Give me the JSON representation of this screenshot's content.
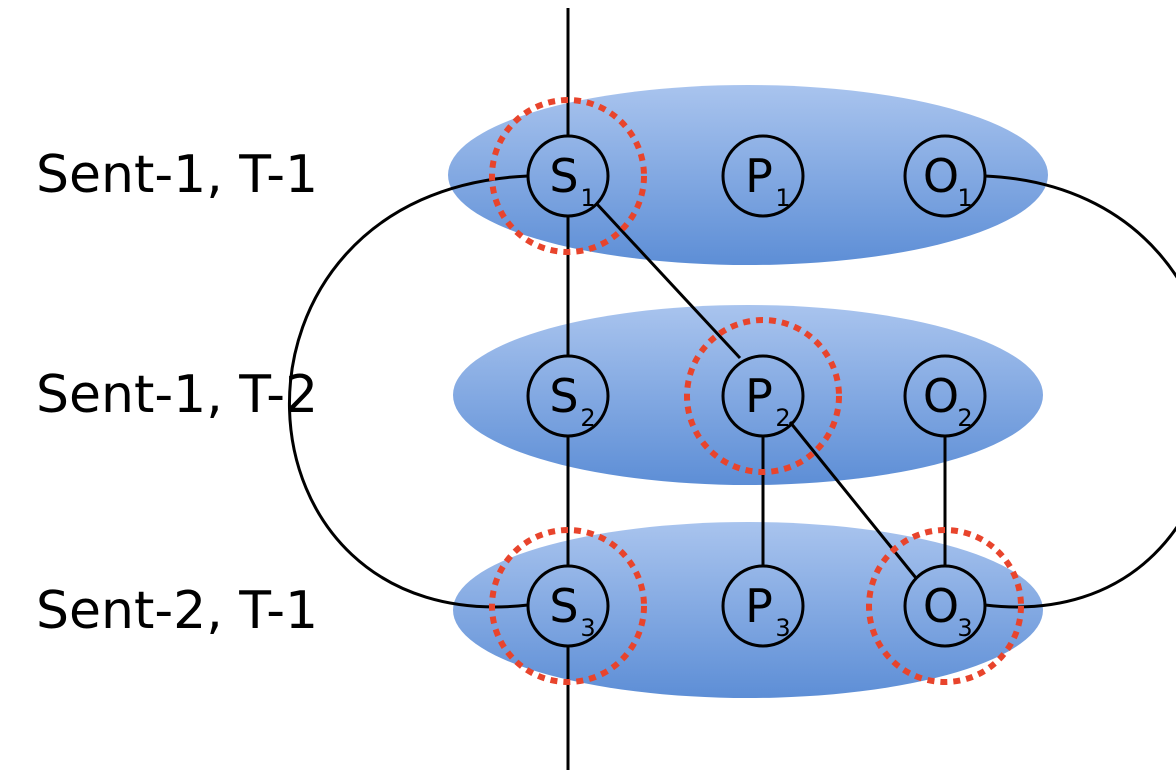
{
  "rows": [
    {
      "label": "Sent-1, T-1",
      "nodes": [
        {
          "letter": "S",
          "sub": "1",
          "highlighted": true
        },
        {
          "letter": "P",
          "sub": "1",
          "highlighted": false
        },
        {
          "letter": "O",
          "sub": "1",
          "highlighted": false
        }
      ]
    },
    {
      "label": "Sent-1, T-2",
      "nodes": [
        {
          "letter": "S",
          "sub": "2",
          "highlighted": false
        },
        {
          "letter": "P",
          "sub": "2",
          "highlighted": true
        },
        {
          "letter": "O",
          "sub": "2",
          "highlighted": false
        }
      ]
    },
    {
      "label": "Sent-2, T-1",
      "nodes": [
        {
          "letter": "S",
          "sub": "3",
          "highlighted": true
        },
        {
          "letter": "P",
          "sub": "3",
          "highlighted": false
        },
        {
          "letter": "O",
          "sub": "3",
          "highlighted": true
        }
      ]
    }
  ],
  "edges": [
    [
      "S1",
      "S2"
    ],
    [
      "S2",
      "S3"
    ],
    [
      "S1",
      "P2"
    ],
    [
      "P2",
      "P3"
    ],
    [
      "P2",
      "O3"
    ],
    [
      "O2",
      "O3"
    ],
    [
      "S1",
      "S3"
    ],
    [
      "O1",
      "O3"
    ]
  ],
  "colors": {
    "ellipse_fill_top": "#a9c4ee",
    "ellipse_fill_bottom": "#5d8ed6",
    "highlight": "#e8442c",
    "stroke": "#000000"
  }
}
